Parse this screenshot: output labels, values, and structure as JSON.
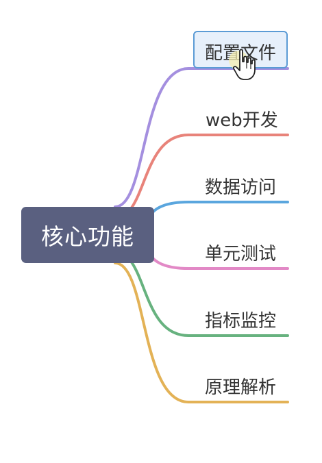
{
  "mindmap": {
    "root": {
      "label": "核心功能"
    },
    "branches": [
      {
        "label": "配置文件",
        "color": "#a48fdf",
        "selected": true
      },
      {
        "label": "web开发",
        "color": "#e8837a"
      },
      {
        "label": "数据访问",
        "color": "#5aa6de"
      },
      {
        "label": "单元测试",
        "color": "#e289c6"
      },
      {
        "label": "指标监控",
        "color": "#67b27f"
      },
      {
        "label": "原理解析",
        "color": "#e3b256"
      }
    ]
  },
  "cursor": {
    "icon": "hand-pointer-icon"
  }
}
